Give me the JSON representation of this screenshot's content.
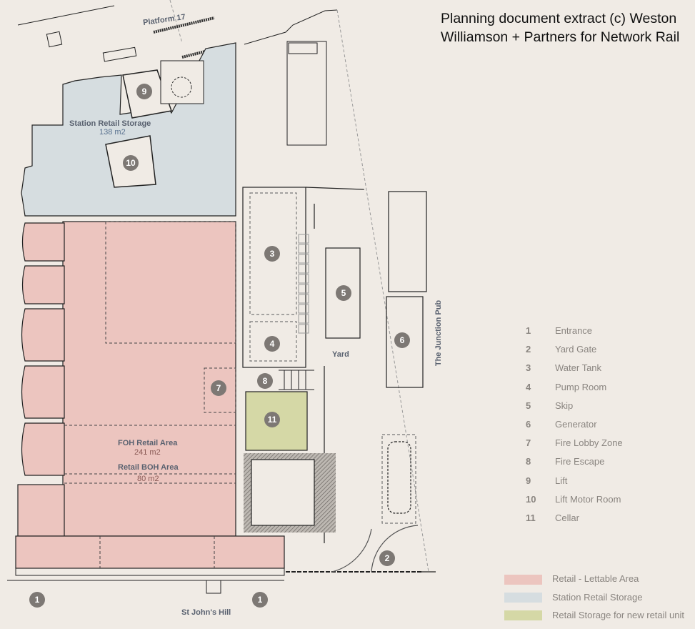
{
  "title": {
    "line1": "Planning document extract (c) Weston",
    "line2": "Williamson + Partners for Network Rail"
  },
  "plan_labels": {
    "platform": "Platform 17",
    "storage_name": "Station Retail Storage",
    "storage_area": "138 m2",
    "foh_name": "FOH Retail Area",
    "foh_area": "241 m2",
    "boh_name": "Retail BOH Area",
    "boh_area": "80 m2",
    "yard": "Yard",
    "pub": "The Junction Pub",
    "street": "St John's Hill"
  },
  "markers": [
    "1",
    "2",
    "3",
    "4",
    "5",
    "6",
    "7",
    "8",
    "9",
    "10",
    "11"
  ],
  "key": [
    {
      "num": "1",
      "label": "Entrance"
    },
    {
      "num": "2",
      "label": "Yard Gate"
    },
    {
      "num": "3",
      "label": "Water Tank"
    },
    {
      "num": "4",
      "label": "Pump Room"
    },
    {
      "num": "5",
      "label": "Skip"
    },
    {
      "num": "6",
      "label": "Generator"
    },
    {
      "num": "7",
      "label": "Fire Lobby Zone"
    },
    {
      "num": "8",
      "label": "Fire Escape"
    },
    {
      "num": "9",
      "label": "Lift"
    },
    {
      "num": "10",
      "label": "Lift Motor Room"
    },
    {
      "num": "11",
      "label": "Cellar"
    }
  ],
  "legend": [
    {
      "label": "Retail - Lettable Area",
      "color": "#ecc5bf"
    },
    {
      "label": "Station Retail Storage",
      "color": "#d6dde0"
    },
    {
      "label": "Retail Storage for new retail unit",
      "color": "#d5d8a6"
    }
  ]
}
